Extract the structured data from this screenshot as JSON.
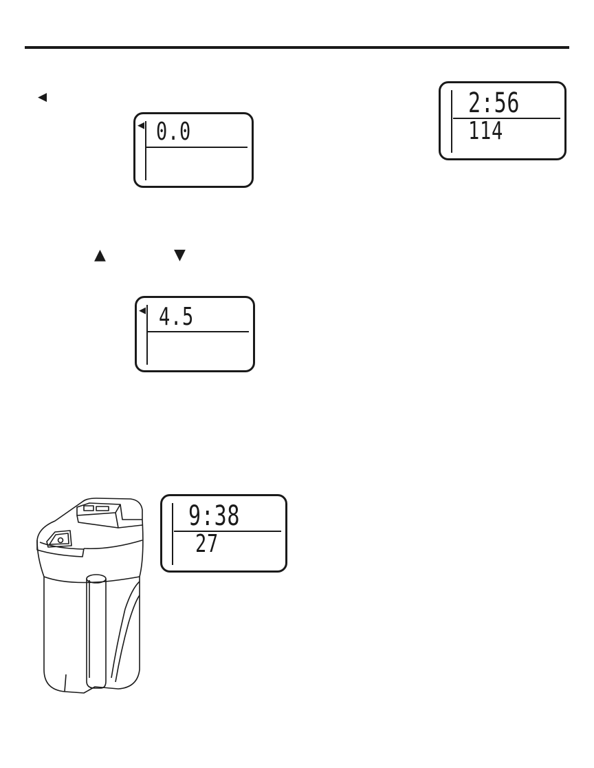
{
  "icons": {
    "left_pointer": "left-triangle",
    "up_arrow": "up-triangle",
    "down_arrow": "down-triangle"
  },
  "displays": [
    {
      "top": "0.0",
      "bottom": "",
      "pointer": true
    },
    {
      "top": "4.5",
      "bottom": "",
      "pointer": true
    },
    {
      "top": "2:56",
      "bottom": "114",
      "pointer": false
    },
    {
      "top": "9:38",
      "bottom": "27",
      "pointer": false
    }
  ],
  "colors": {
    "ink": "#1a1a1a",
    "paper": "#ffffff"
  }
}
